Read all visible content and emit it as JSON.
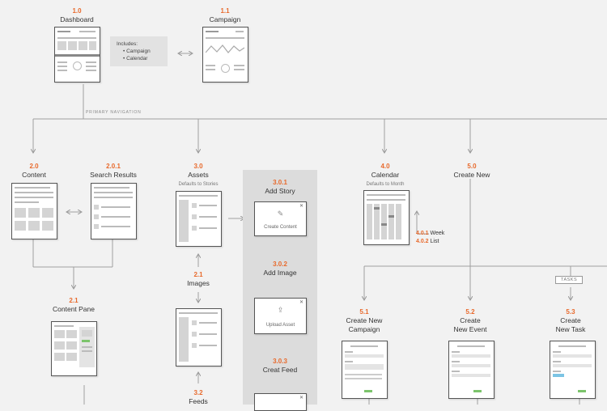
{
  "nodes": {
    "dashboard": {
      "num": "1.0",
      "title": "Dashboard"
    },
    "campaign": {
      "num": "1.1",
      "title": "Campaign"
    },
    "content": {
      "num": "2.0",
      "title": "Content"
    },
    "search_results": {
      "num": "2.0.1",
      "title": "Search Results"
    },
    "content_pane": {
      "num": "2.1",
      "title": "Content Pane"
    },
    "assets": {
      "num": "3.0",
      "title": "Assets",
      "subtitle": "Defaults to Stories"
    },
    "images": {
      "num": "2.1",
      "title": "Images"
    },
    "feeds": {
      "num": "3.2",
      "title": "Feeds"
    },
    "add_story": {
      "num": "3.0.1",
      "title": "Add Story"
    },
    "add_image": {
      "num": "3.0.2",
      "title": "Add Image"
    },
    "creat_feed": {
      "num": "3.0.3",
      "title": "Creat Feed"
    },
    "calendar": {
      "num": "4.0",
      "title": "Calendar",
      "subtitle": "Defaults to Month"
    },
    "create_new": {
      "num": "5.0",
      "title": "Create New"
    },
    "create_new_campaign": {
      "num": "5.1",
      "title": "Create New\nCampaign"
    },
    "create_new_event": {
      "num": "5.2",
      "title": "Create\nNew Event"
    },
    "create_new_task": {
      "num": "5.3",
      "title": "Create\nNew Task"
    }
  },
  "callout": {
    "heading": "Includes:",
    "items": [
      "Campaign",
      "Calendar"
    ]
  },
  "primary_navigation_label": "PRIMARY NAVIGATION",
  "calendar_views": [
    {
      "num": "4.0.1",
      "label": "Week"
    },
    {
      "num": "4.0.2",
      "label": "List"
    }
  ],
  "card_buttons": {
    "create_content": "Create Content",
    "upload_asset": "Upload Asset"
  },
  "card_icons": {
    "create_content": "pencil-icon",
    "upload_asset": "upload-icon"
  },
  "tasks_tag": "TASKS",
  "colors": {
    "accent": "#e8692b",
    "wire": "#999999",
    "panel": "#dcdcdc",
    "background": "#f2f2f2"
  }
}
